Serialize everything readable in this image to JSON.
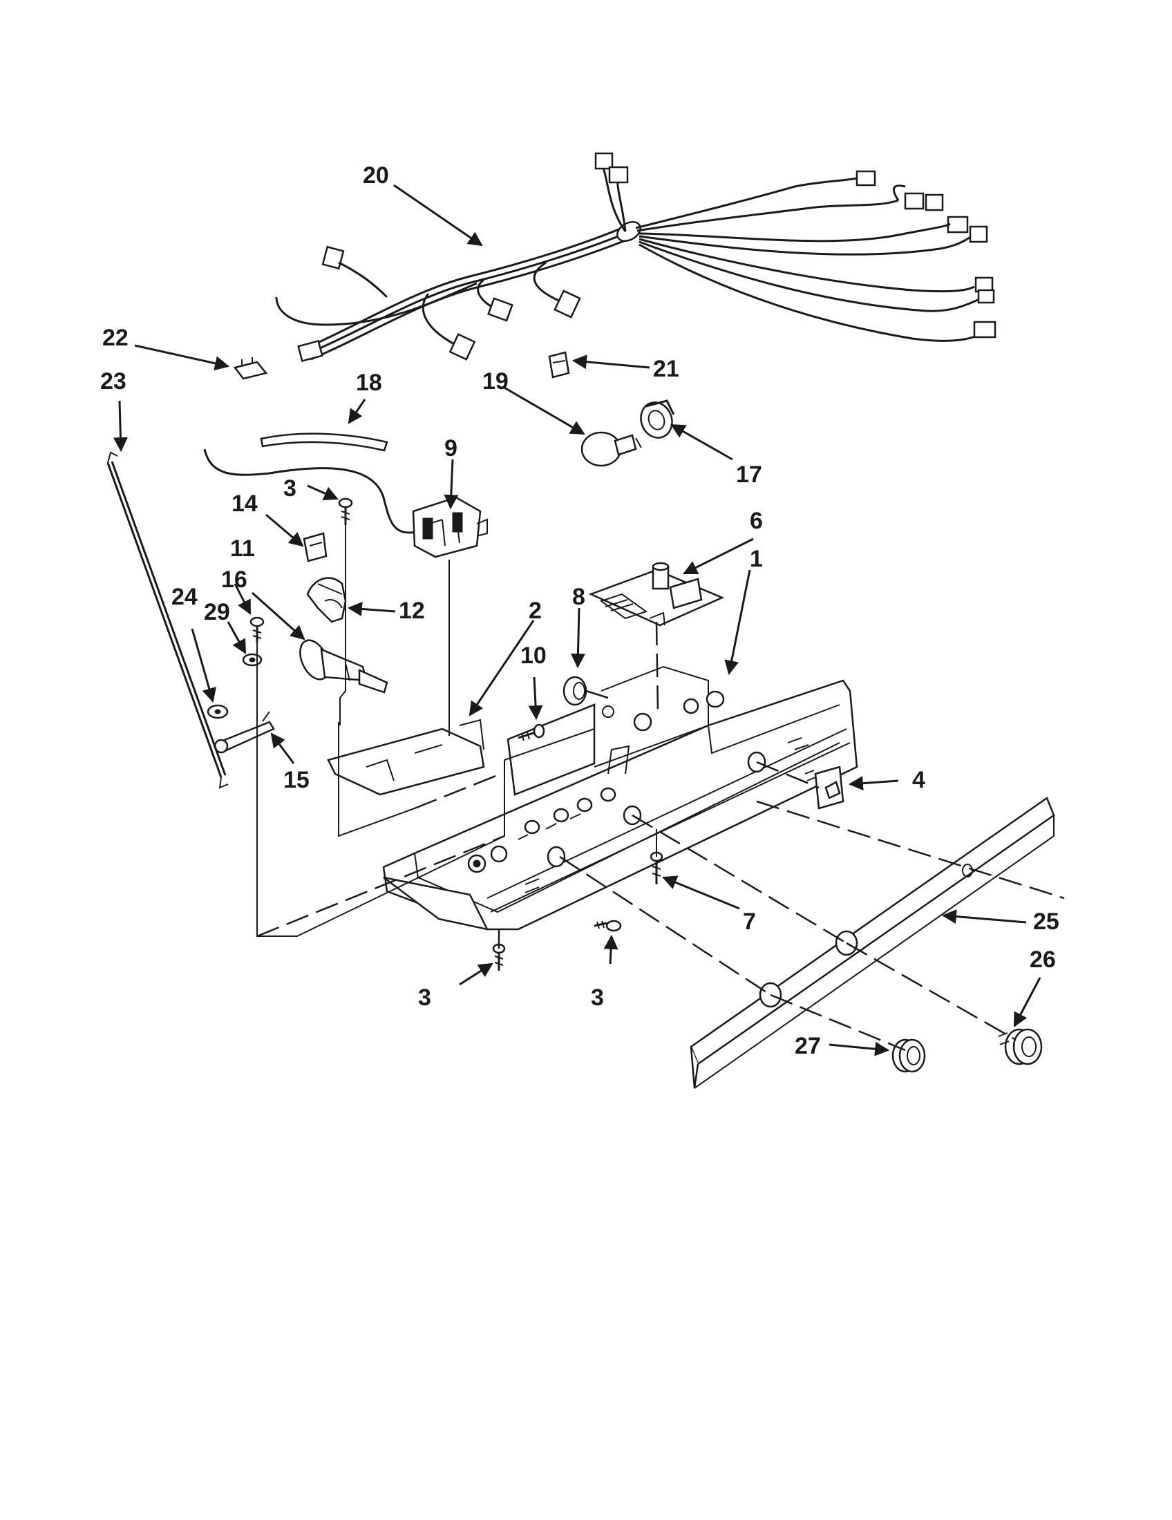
{
  "callouts": {
    "c1": "1",
    "c2": "2",
    "c3a": "3",
    "c3b": "3",
    "c3c": "3",
    "c4": "4",
    "c6": "6",
    "c7": "7",
    "c8": "8",
    "c9": "9",
    "c10": "10",
    "c11": "11",
    "c12": "12",
    "c14": "14",
    "c15": "15",
    "c16": "16",
    "c17": "17",
    "c18": "18",
    "c19": "19",
    "c20": "20",
    "c21": "21",
    "c22": "22",
    "c23": "23",
    "c24": "24",
    "c25": "25",
    "c26": "26",
    "c27": "27",
    "c29": "29"
  }
}
